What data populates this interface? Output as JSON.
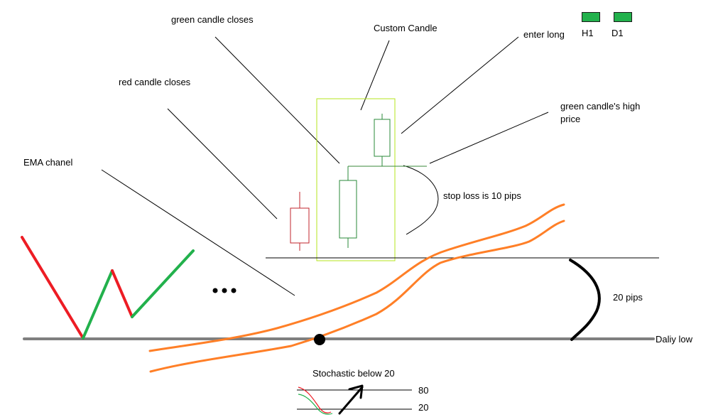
{
  "labels": {
    "green_candle_closes": "green candle closes",
    "custom_candle": "Custom Candle",
    "enter_long": "enter long",
    "red_candle_closes": "red candle closes",
    "green_candle_high": "green candle's high price",
    "ema_channel": "EMA chanel",
    "stop_loss": "stop loss is 10 pips",
    "twenty_pips": "20 pips",
    "daily_low": "Daliy low",
    "stochastic_title": "Stochastic below 20",
    "stoch_80": "80",
    "stoch_20": "20",
    "ellipsis": "•••"
  },
  "timeframes": [
    "H1",
    "D1"
  ],
  "colors": {
    "bull": "#22b14c",
    "bear": "#ed1c24",
    "ema": "#ff7f27",
    "daily_low_line": "#7f7f7f",
    "custom_box": "#b5e61d"
  }
}
